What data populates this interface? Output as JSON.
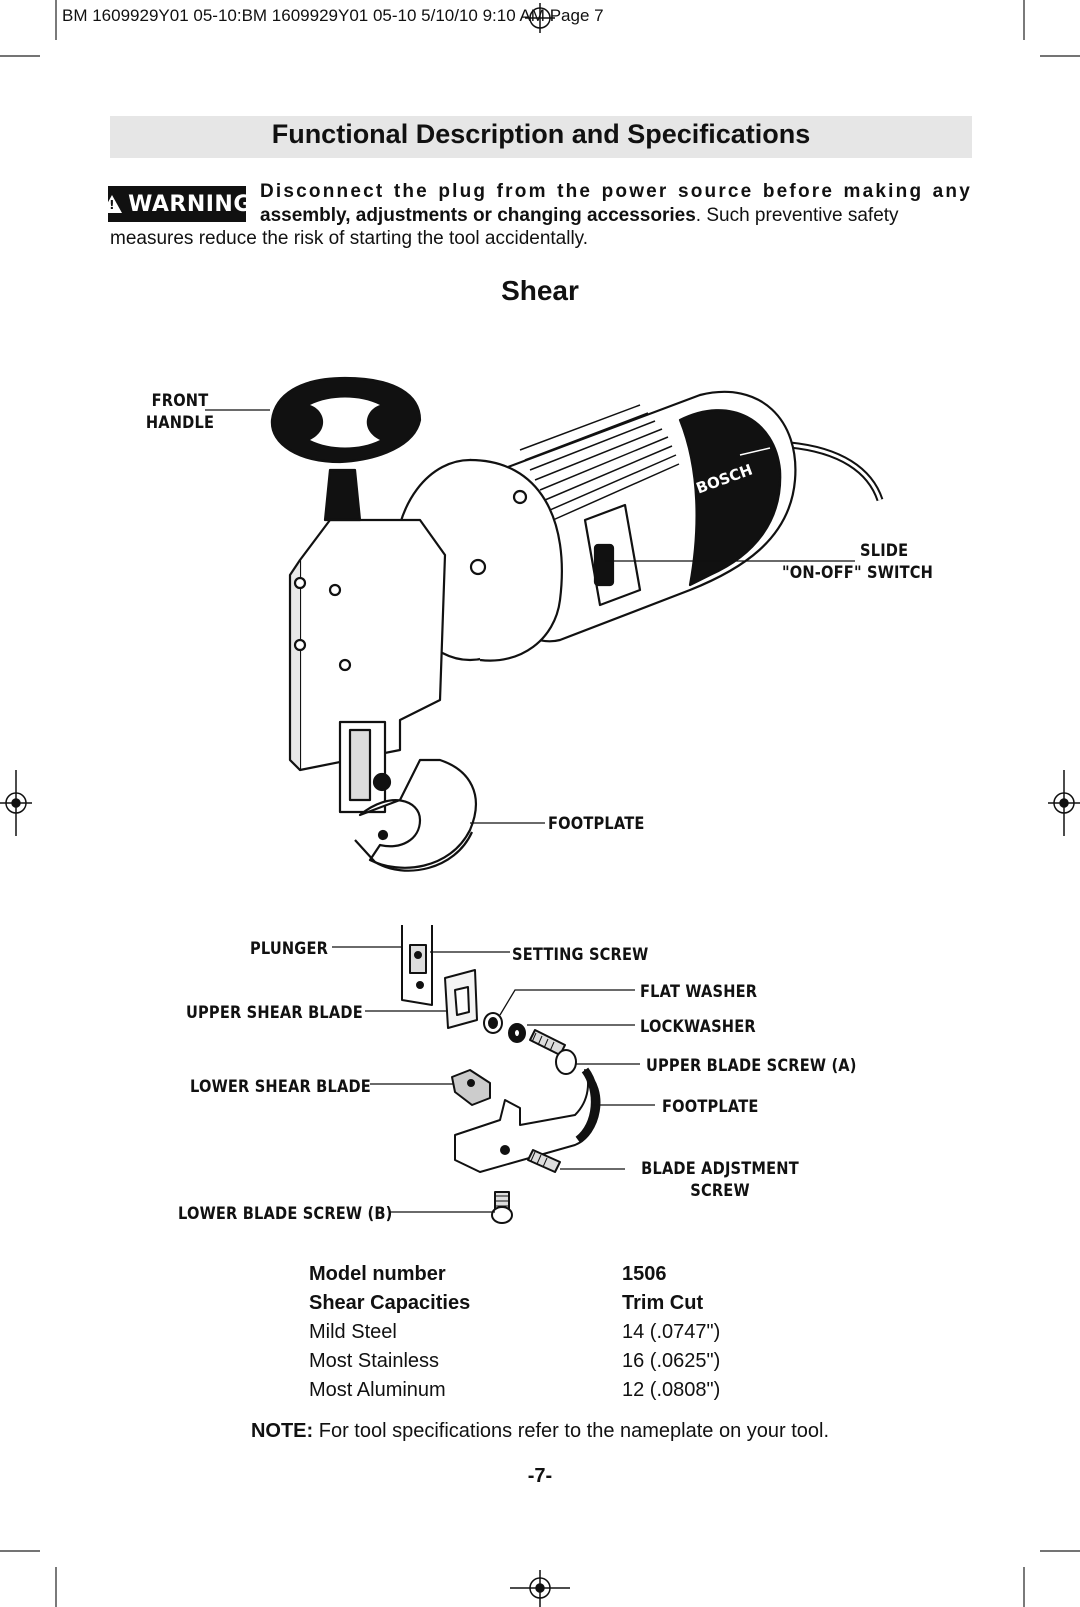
{
  "print_header": "BM 1609929Y01 05-10:BM 1609929Y01 05-10  5/10/10  9:10 AM  Page 7",
  "section_title": "Functional Description and Specifications",
  "warning": {
    "badge": "WARNING",
    "bold_spaced": "Disconnect the plug from the power source before making any",
    "bold_tail": "assembly, adjustments or changing accessories",
    "tail": ".  Such preventive safety",
    "continuation": "measures reduce the risk of starting the tool accidentally."
  },
  "tool_title": "Shear",
  "labels": {
    "front_handle_1": "FRONT",
    "front_handle_2": "HANDLE",
    "slide_1": "SLIDE",
    "slide_2": "\"ON-OFF\" SWITCH",
    "footplate_top": "FOOTPLATE",
    "brand": "BOSCH",
    "plunger": "PLUNGER",
    "setting_screw": "SETTING SCREW",
    "flat_washer": "FLAT WASHER",
    "upper_shear_blade": "UPPER SHEAR BLADE",
    "lockwasher": "LOCKWASHER",
    "upper_blade_screw": "UPPER BLADE SCREW (A)",
    "lower_shear_blade": "LOWER SHEAR BLADE",
    "footplate_bottom": "FOOTPLATE",
    "blade_adj_1": "BLADE ADJSTMENT",
    "blade_adj_2": "SCREW",
    "lower_blade_screw": "LOWER BLADE SCREW (B)"
  },
  "specs": {
    "header_left": "Model number",
    "header_right": "1506",
    "cap_left": "Shear Capacities",
    "cap_right": "Trim Cut",
    "rows": [
      {
        "material": "Mild Steel",
        "value": "14 (.0747\")"
      },
      {
        "material": "Most Stainless",
        "value": "16 (.0625\")"
      },
      {
        "material": "Most Aluminum",
        "value": "12 (.0808\")"
      }
    ]
  },
  "note": {
    "label": "NOTE:",
    "text": " For tool specifications refer to the nameplate on your tool."
  },
  "page_number": "-7-"
}
